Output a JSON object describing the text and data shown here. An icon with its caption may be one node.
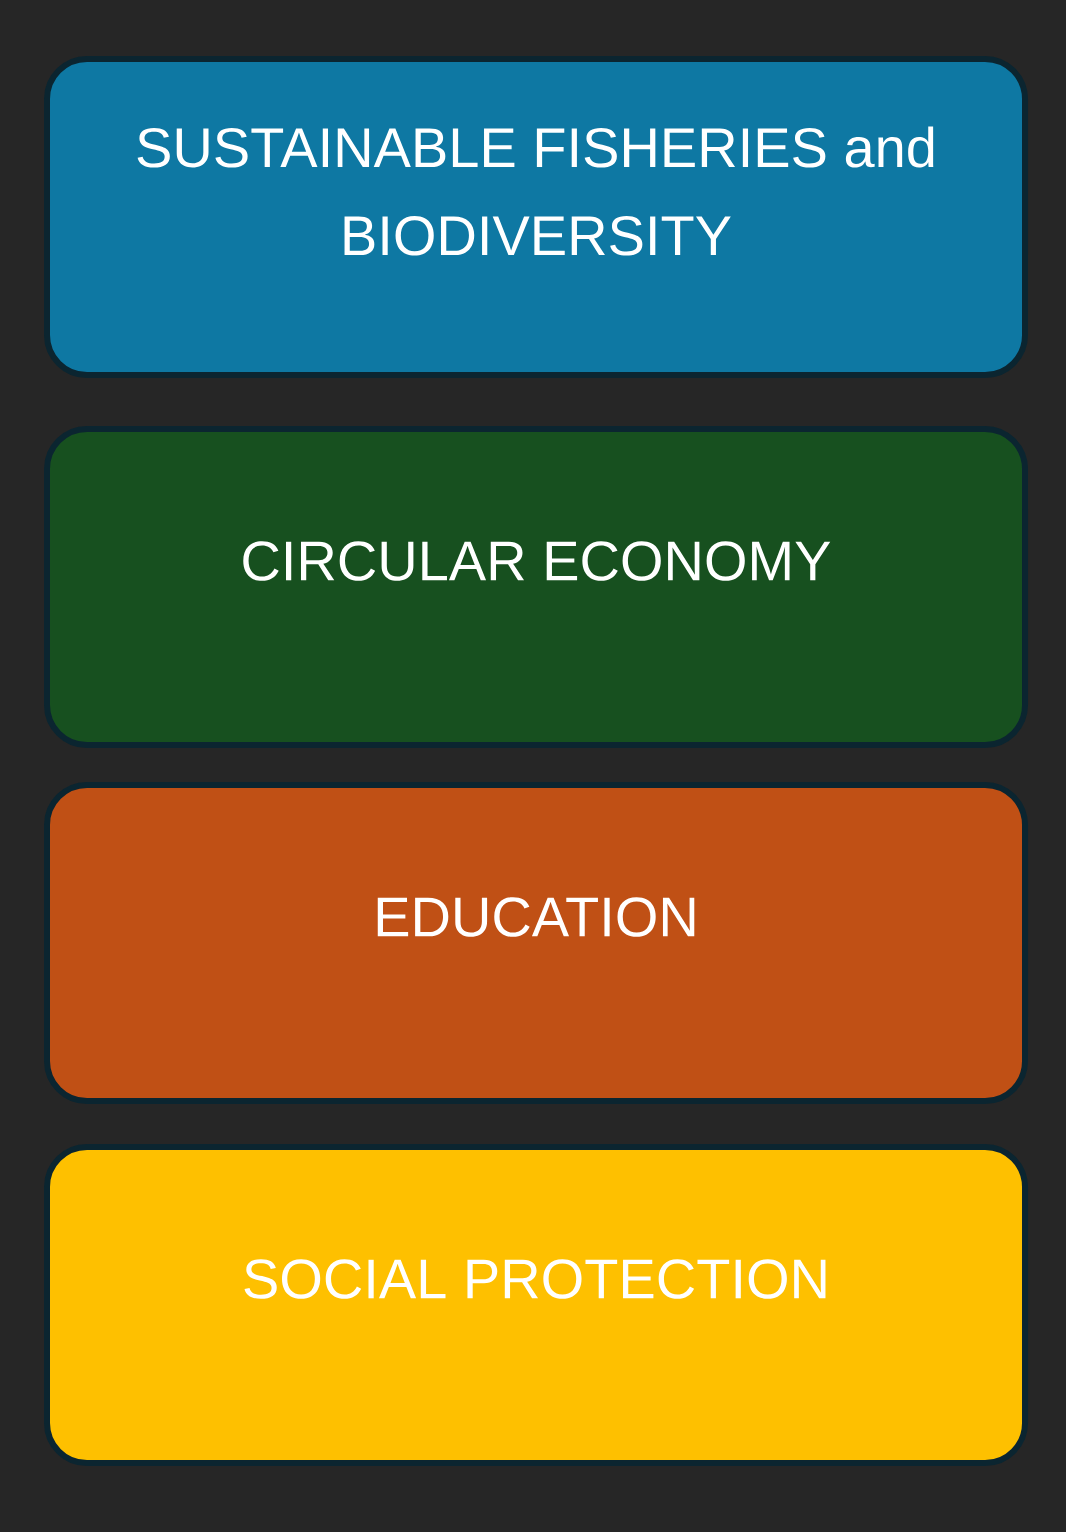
{
  "diagram": {
    "nodes": [
      {
        "text": [
          "SUSTAINABLE FISHERIES and BIODIVERSITY"
        ]
      },
      {
        "text": [
          "CIRCULAR ECONOMY"
        ]
      },
      {
        "text": [
          "EDUCATION"
        ]
      },
      {
        "text": [
          "SOCIAL PROTECTION"
        ]
      }
    ]
  }
}
